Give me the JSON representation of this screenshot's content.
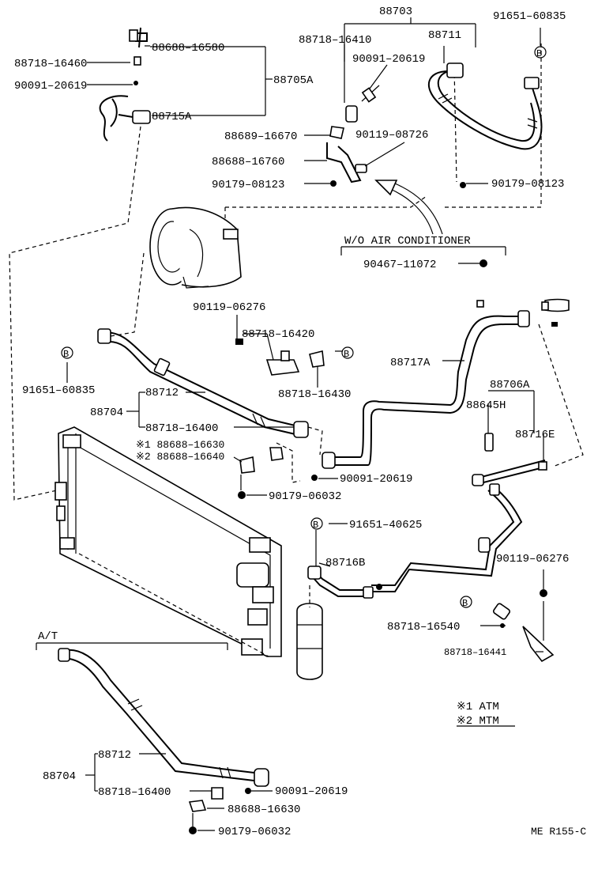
{
  "header": {
    "pn_88703": "88703",
    "pn_91651_60835_top": "91651–60835",
    "pn_88718_16410": "88718–16410",
    "pn_88711": "88711",
    "pn_90091_20619_top": "90091–20619",
    "pn_88718_16460": "88718–16460",
    "pn_88688_16580": "88688–16580",
    "pn_90091_20619_left": "90091–20619",
    "pn_88705A": "88705A",
    "pn_88715A": "88715A",
    "pn_88689_16670": "88689–16670",
    "pn_90119_08726": "90119–08726",
    "pn_88688_16760": "88688–16760",
    "pn_90179_08123_a": "90179–08123",
    "pn_90179_08123_b": "90179–08123"
  },
  "middle": {
    "wo_ac": "W/O AIR CONDITIONER",
    "pn_90467_11072": "90467–11072",
    "pn_90119_06276_a": "90119–06276",
    "pn_88718_16420": "88718–16420",
    "pn_91651_60835_mid": "91651–60835",
    "pn_88718_16430": "88718–16430",
    "pn_88717A": "88717A",
    "pn_88706A": "88706A",
    "pn_88704": "88704",
    "pn_88712": "88712",
    "pn_88645H": "88645H",
    "pn_88718_16400": "88718–16400",
    "pn_88716E": "88716E",
    "pn_88688_16630_n1": "※1 88688–16630",
    "pn_88688_16640_n2": "※2 88688–16640",
    "pn_90091_20619_mid": "90091–20619",
    "pn_90179_06032_a": "90179–06032",
    "pn_91651_40625": "91651–40625",
    "pn_88716B": "88716B",
    "pn_90119_06276_b": "90119–06276",
    "pn_88718_16540": "88718–16540",
    "pn_88718_16441": "88718–16441",
    "bolt_marker": "B"
  },
  "bottom": {
    "at_label": "A/T",
    "pn_88704": "88704",
    "pn_88712": "88712",
    "pn_88718_16400": "88718–16400",
    "pn_90091_20619": "90091–20619",
    "pn_88688_16630": "88688–16630",
    "pn_90179_06032": "90179–06032"
  },
  "legend": {
    "atm": "※1 ATM",
    "mtm": "※2 MTM"
  },
  "footer": {
    "ref_code": "ME R155-C"
  }
}
